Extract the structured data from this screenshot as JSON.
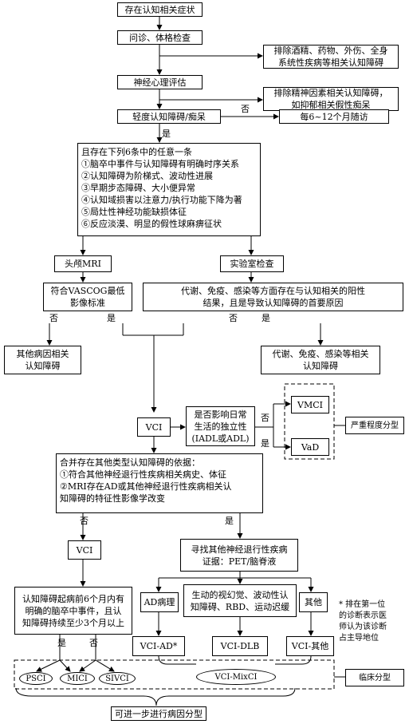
{
  "start": "存在认知相关症状",
  "exam": "问诊、体格检查",
  "exclude1": [
    "排除酒精、药物、外伤、全身",
    "系统性疾病等相关认知障碍"
  ],
  "neuro": "神经心理评估",
  "exclude2": [
    "排除精神因素相关认知障碍，",
    "如抑郁相关假性痴呆"
  ],
  "mild": "轻度认知障碍/痴呆",
  "no_label": "否",
  "yes_label": "是",
  "followup": "每6~12个月随访",
  "criteria": {
    "title": "且存在下列6条中的任意一条",
    "items": [
      "①脑卒中事件与认知障碍有明确时序关系",
      "②认知障碍为阶梯式、波动性进展",
      "③早期步态障碍、大小便异常",
      "④认知域损害以注意力/执行功能下降为著",
      "⑤局灶性神经功能缺损体征",
      "⑥反应淡漠、明显的假性球麻痹征状"
    ]
  },
  "mri": "头颅MRI",
  "lab": "实验室检查",
  "vascog": [
    "符合VASCOG最低",
    "影像标准"
  ],
  "metabolic": [
    "代谢、免疫、感染等方面存在与认知相关的阳性",
    "结果，且是导致认知障碍的首要原因"
  ],
  "other_cause": [
    "其他病因相关",
    "认知障碍"
  ],
  "metabolic_ci": [
    "代谢、免疫、感染等相关",
    "认知障碍"
  ],
  "vci": "VCI",
  "daily": [
    "是否影响日常",
    "生活的独立性",
    "(IADL或ADL)"
  ],
  "vmci": "VMCI",
  "vad": "VaD",
  "severity": "严重程度分型",
  "combine": {
    "title": "合并存在其他类型认知障碍的依据：",
    "items": [
      "①符合其他神经退行性疾病相关病史、体征",
      "②MRI存在AD或其他神经退行性疾病相关认",
      "知障碍的特征性影像学改变"
    ]
  },
  "vci2": "VCI",
  "search": [
    "寻找其他神经退行性疾病",
    "证据：PET/脑脊液"
  ],
  "onset": [
    "认知障碍起病前6个月内有",
    "明确的脑卒中事件，且认",
    "知障碍持续至少3个月以上"
  ],
  "ad_path": "AD病理",
  "dlb_sym": [
    "生动的视幻觉、波动性认",
    "知障碍、RBD、运动迟缓"
  ],
  "other": "其他",
  "vci_ad": "VCI-AD*",
  "vci_dlb": "VCI-DLB",
  "vci_other": "VCI-其他",
  "note": [
    "* 排在第一位",
    "的诊断表示医",
    "师认为该诊断",
    "占主导地位"
  ],
  "pscii": "PSCI",
  "mici": "MICI",
  "sivci": "SIVCI",
  "mixci": "VCI-MixCI",
  "clinical": "临床分型",
  "etiology": "可进一步进行病因分型"
}
